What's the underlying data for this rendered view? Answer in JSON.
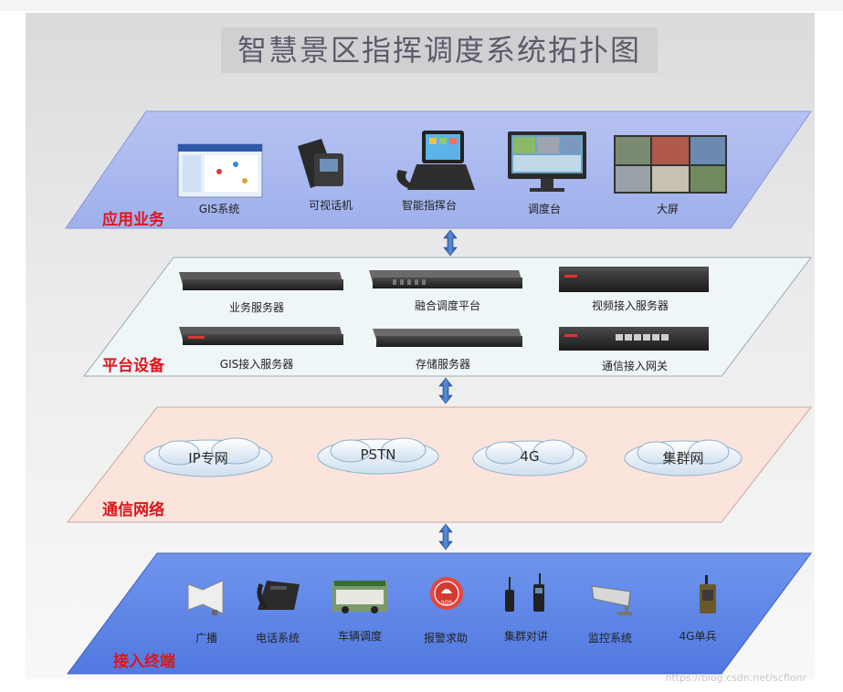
{
  "title": "智慧景区指挥调度系统拓扑图",
  "layers": [
    {
      "name": "应用业务",
      "items": [
        "GIS系统",
        "可视话机",
        "智能指挥台",
        "调度台",
        "大屏"
      ]
    },
    {
      "name": "平台设备",
      "items": [
        "业务服务器",
        "融合调度平台",
        "视频接入服务器",
        "GIS接入服务器",
        "存储服务器",
        "通信接入网关"
      ]
    },
    {
      "name": "通信网络",
      "items": [
        "IP专网",
        "PSTN",
        "4G",
        "集群网"
      ]
    },
    {
      "name": "接入终端",
      "items": [
        "广播",
        "电话系统",
        "车辆调度",
        "报警求助",
        "集群对讲",
        "监控系统",
        "4G单兵"
      ]
    }
  ],
  "sos_label": "SOS",
  "watermark": "https://blog.csdn.net/scflonr",
  "colors": {
    "layer1": "#a9b7ee",
    "layer2": "#eef6f8",
    "layer3": "#fbe4dc",
    "layer4": "#5f88e8",
    "label_red": "#e0141b",
    "arrow": "#2d66b5"
  }
}
